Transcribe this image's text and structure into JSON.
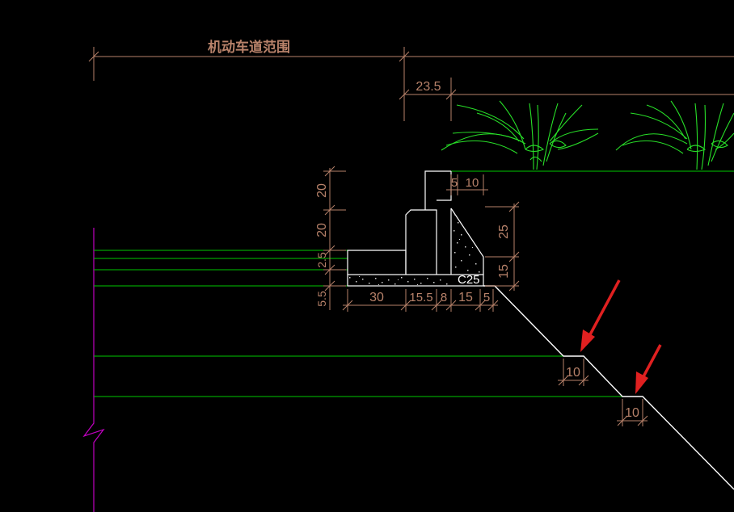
{
  "title": "机动车道范围",
  "material_label": "C25",
  "dimensions": {
    "top_offset": "23.5",
    "curb_width": "5",
    "curb_top": "10",
    "left_upper": "20",
    "left_mid": "20",
    "left_lower": "2.5",
    "left_bottom": "5.5",
    "right_upper": "25",
    "right_lower": "15",
    "bottom_a": "30",
    "bottom_b": "15.5",
    "bottom_c": "8",
    "bottom_d": "15",
    "bottom_e": "5",
    "step_1": "10",
    "step_2": "10"
  },
  "colors": {
    "background": "#000000",
    "dimension": "#b8826a",
    "layer_line": "#00c800",
    "plant": "#28e028",
    "outline": "#ffffff",
    "axis": "#c000c0",
    "arrow": "#e02020"
  }
}
